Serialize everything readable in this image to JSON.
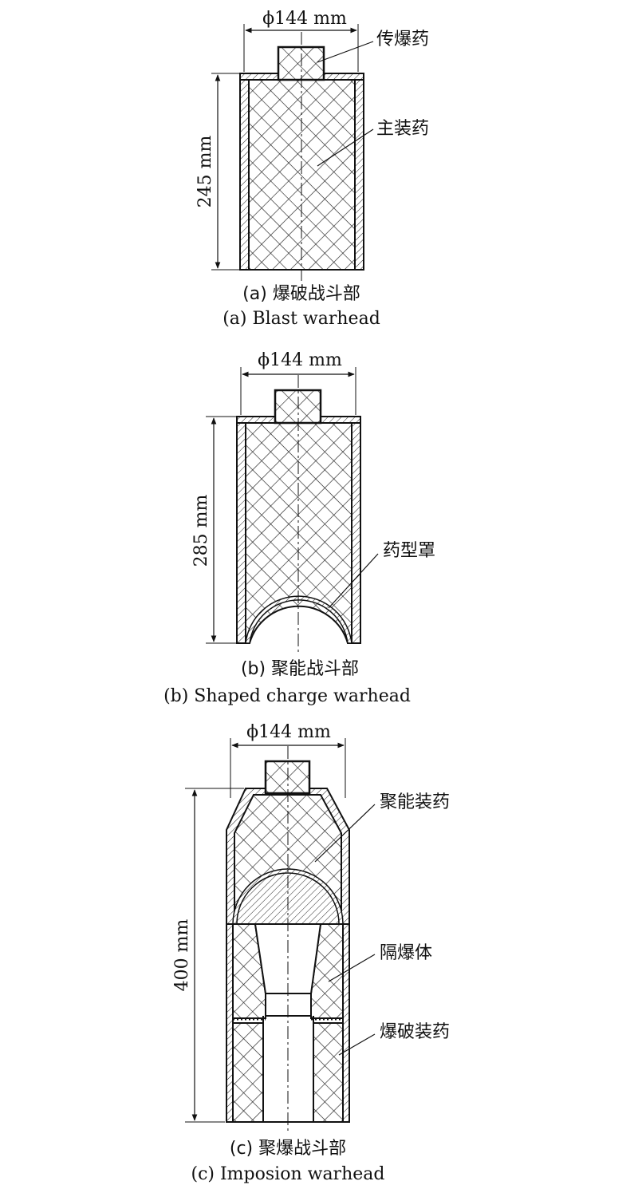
{
  "panels": [
    {
      "id": "a",
      "diameter": "ϕ144 mm",
      "length": "245 mm",
      "labels": [
        "传爆药",
        "主装药"
      ],
      "caption_zh": "(a) 爆破战斗部",
      "caption_en": "(a) Blast warhead"
    },
    {
      "id": "b",
      "diameter": "ϕ144 mm",
      "length": "285 mm",
      "labels": [
        "药型罩"
      ],
      "caption_zh": "(b) 聚能战斗部",
      "caption_en": "(b) Shaped charge warhead"
    },
    {
      "id": "c",
      "diameter": "ϕ144 mm",
      "length": "400 mm",
      "labels": [
        "聚能装药",
        "隔爆体",
        "爆破装药"
      ],
      "caption_zh": "(c) 聚爆战斗部",
      "caption_en": "(c) Imposion warhead"
    }
  ]
}
